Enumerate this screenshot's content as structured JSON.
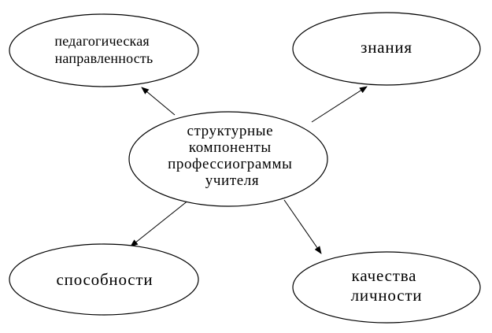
{
  "diagram": {
    "center": {
      "lines": [
        "структурные",
        "компоненты",
        "профессиограммы",
        "учителя"
      ]
    },
    "nodes": {
      "top_left": {
        "lines": [
          "педагогическая",
          "направленность"
        ]
      },
      "top_right": {
        "lines": [
          "знания"
        ]
      },
      "bottom_left": {
        "lines": [
          "способности"
        ]
      },
      "bottom_right": {
        "lines": [
          "качества",
          "личности"
        ]
      }
    },
    "stroke_color": "#000000",
    "fill_color": "#ffffff"
  }
}
